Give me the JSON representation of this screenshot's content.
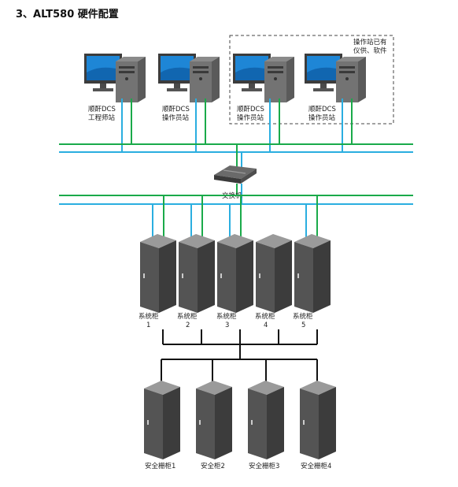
{
  "title": "3、ALT580 硬件配置",
  "note": {
    "line1": "操作站已有",
    "line2": "仪供、软件"
  },
  "stations": [
    {
      "line1": "顺酐DCS",
      "line2": "工程师站"
    },
    {
      "line1": "顺酐DCS",
      "line2": "操作员站"
    },
    {
      "line1": "顺酐DCS",
      "line2": "操作员站"
    },
    {
      "line1": "顺酐DCS",
      "line2": "操作员站"
    }
  ],
  "switch_label": "交换机",
  "system_cabinets": [
    {
      "line1": "系统柜",
      "line2": "1"
    },
    {
      "line1": "系统柜",
      "line2": "2"
    },
    {
      "line1": "系统柜",
      "line2": "3"
    },
    {
      "line1": "系统柜",
      "line2": "4"
    },
    {
      "line1": "系统柜",
      "line2": "5"
    }
  ],
  "safety_cabinets": [
    "安全栅柜1",
    "安全柜2",
    "安全栅柜3",
    "安全栅柜4"
  ],
  "colors": {
    "network_a": "#1aaa4a",
    "network_b": "#2aaee0",
    "wire": "#111111"
  }
}
